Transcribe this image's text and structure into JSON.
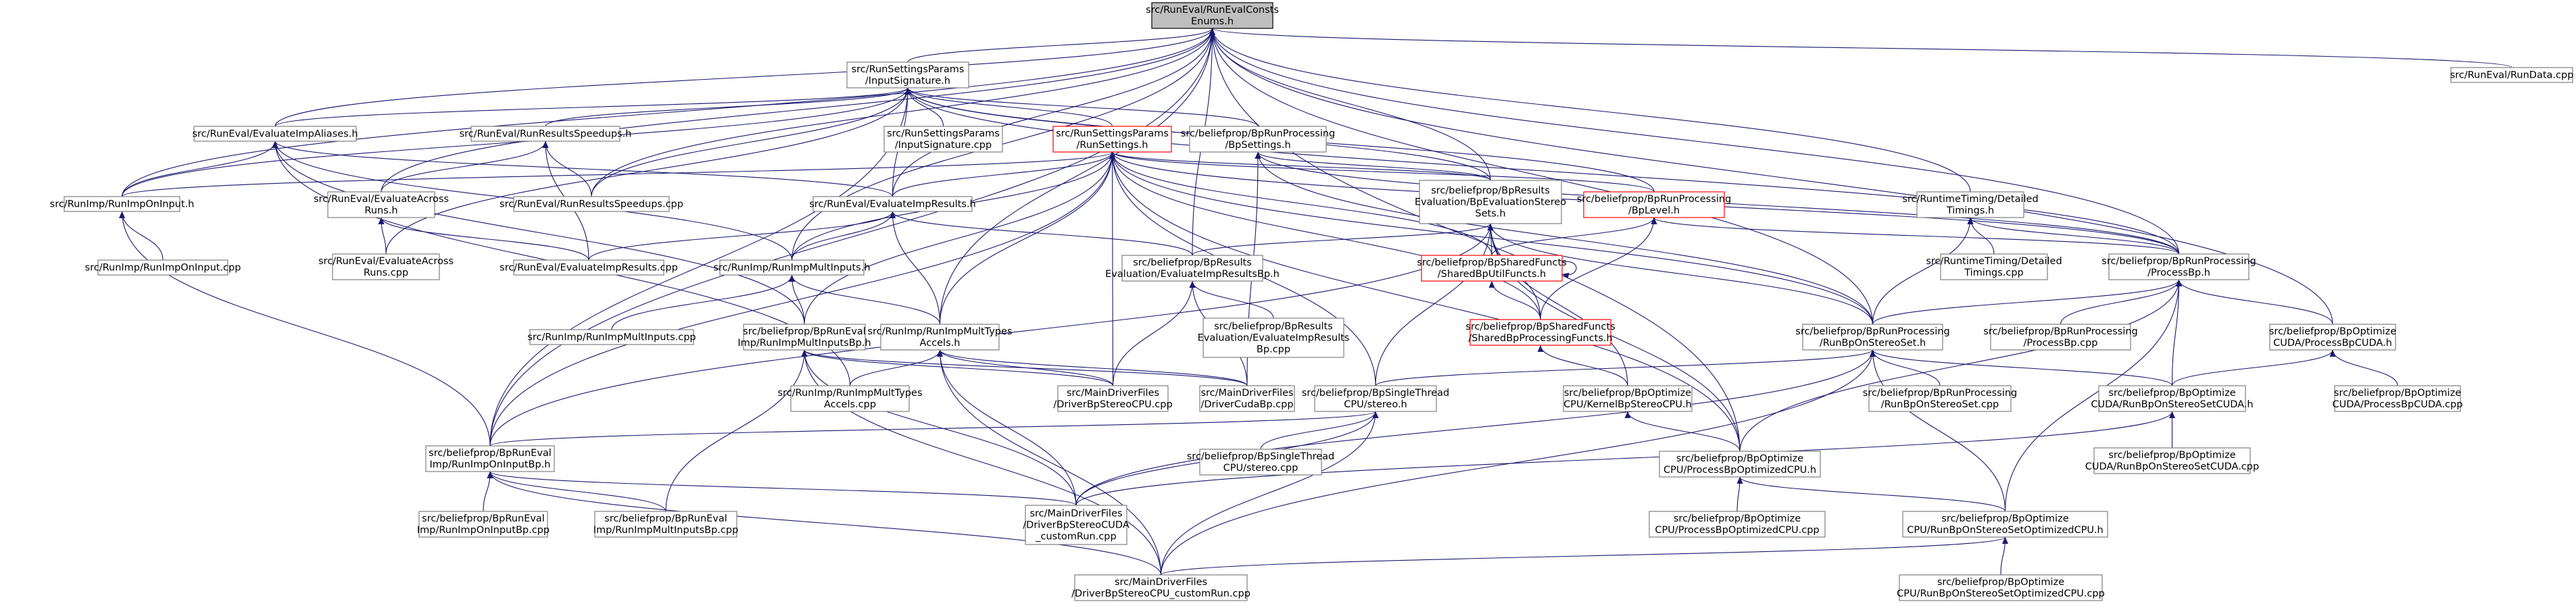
{
  "colors": {
    "edge": "#191970",
    "node_border": "#7f7f7f",
    "node_fill": "#ffffff",
    "root_fill": "#bfbfbf",
    "root_border": "#000000",
    "truncated_border": "#ff0000",
    "text": "#000000"
  },
  "nodes": [
    {
      "id": "root",
      "lines": [
        "src/RunEval/RunEvalConsts",
        "Enums.h"
      ],
      "style": "root"
    },
    {
      "id": "inputsig_h",
      "lines": [
        "src/RunSettingsParams",
        "/InputSignature.h"
      ]
    },
    {
      "id": "rundata_cpp",
      "lines": [
        "src/RunEval/RunData.cpp"
      ]
    },
    {
      "id": "evalimpaliases_h",
      "lines": [
        "src/RunEval/EvaluateImpAliases.h"
      ]
    },
    {
      "id": "runresspeedups_h",
      "lines": [
        "src/RunEval/RunResultsSpeedups.h"
      ]
    },
    {
      "id": "inputsig_cpp",
      "lines": [
        "src/RunSettingsParams",
        "/InputSignature.cpp"
      ]
    },
    {
      "id": "runsettings_h",
      "lines": [
        "src/RunSettingsParams",
        "/RunSettings.h"
      ],
      "style": "truncated"
    },
    {
      "id": "bpsettings_h",
      "lines": [
        "src/beliefprop/BpRunProcessing",
        "/BpSettings.h"
      ]
    },
    {
      "id": "runimponinput_h",
      "lines": [
        "src/RunImp/RunImpOnInput.h"
      ]
    },
    {
      "id": "evalacrossruns_h",
      "lines": [
        "src/RunEval/EvaluateAcross",
        "Runs.h"
      ]
    },
    {
      "id": "runresspeedups_cpp",
      "lines": [
        "src/RunEval/RunResultsSpeedups.cpp"
      ]
    },
    {
      "id": "evalimpresults_h",
      "lines": [
        "src/RunEval/EvaluateImpResults.h"
      ]
    },
    {
      "id": "bpevalstereosets_h",
      "lines": [
        "src/beliefprop/BpResults",
        "Evaluation/BpEvaluationStereo",
        "Sets.h"
      ]
    },
    {
      "id": "bplevel_h",
      "lines": [
        "src/beliefprop/BpRunProcessing",
        "/BpLevel.h"
      ],
      "style": "truncated"
    },
    {
      "id": "runtimetiming_h",
      "lines": [
        "src/RuntimeTiming/Detailed",
        "Timings.h"
      ]
    },
    {
      "id": "runimponinput_cpp",
      "lines": [
        "src/RunImp/RunImpOnInput.cpp"
      ]
    },
    {
      "id": "evalacrossruns_cpp",
      "lines": [
        "src/RunEval/EvaluateAcross",
        "Runs.cpp"
      ]
    },
    {
      "id": "evalimpresults_cpp",
      "lines": [
        "src/RunEval/EvaluateImpResults.cpp"
      ]
    },
    {
      "id": "runimpmultinputs_h",
      "lines": [
        "src/RunImp/RunImpMultInputs.h"
      ]
    },
    {
      "id": "evalimpresultsbp_h",
      "lines": [
        "src/beliefprop/BpResults",
        "Evaluation/EvaluateImpResultsBp.h"
      ]
    },
    {
      "id": "bpsharedfuncts_util_h",
      "lines": [
        "src/beliefprop/BpSharedFuncts",
        "/SharedBpUtilFuncts.h"
      ],
      "style": "truncated"
    },
    {
      "id": "runtimetiming_cpp",
      "lines": [
        "src/RuntimeTiming/Detailed",
        "Timings.cpp"
      ]
    },
    {
      "id": "processbp_h",
      "lines": [
        "src/beliefprop/BpRunProcessing",
        "/ProcessBp.h"
      ]
    },
    {
      "id": "runimpmultinputs_cpp",
      "lines": [
        "src/RunImp/RunImpMultInputs.cpp"
      ]
    },
    {
      "id": "bprunimpmultinputs_h",
      "lines": [
        "src/beliefprop/BpRunEval",
        "Imp/RunImpMultInputsBp.h"
      ]
    },
    {
      "id": "runimpmulttypes_h",
      "lines": [
        "src/RunImp/RunImpMultTypes",
        "Accels.h"
      ]
    },
    {
      "id": "evalimpresultsbp_cpp",
      "lines": [
        "src/beliefprop/BpResults",
        "Evaluation/EvaluateImpResults",
        "Bp.cpp"
      ]
    },
    {
      "id": "bpsharedfuncts_proc_h",
      "lines": [
        "src/beliefprop/BpSharedFuncts",
        "/SharedBpProcessingFuncts.h"
      ],
      "style": "truncated"
    },
    {
      "id": "runbponstereoset_h",
      "lines": [
        "src/beliefprop/BpRunProcessing",
        "/RunBpOnStereoSet.h"
      ]
    },
    {
      "id": "processbp_cpp",
      "lines": [
        "src/beliefprop/BpRunProcessing",
        "/ProcessBp.cpp"
      ]
    },
    {
      "id": "cuda_processbp_h",
      "lines": [
        "src/beliefprop/BpOptimize",
        "CUDA/ProcessBpCUDA.h"
      ]
    },
    {
      "id": "runimpmulttypes_cpp",
      "lines": [
        "src/RunImp/RunImpMultTypes",
        "Accels.cpp"
      ]
    },
    {
      "id": "driverbpstereocpu_cpp",
      "lines": [
        "src/MainDriverFiles",
        "/DriverBpStereoCPU.cpp"
      ]
    },
    {
      "id": "drivercudabp_cpp",
      "lines": [
        "src/MainDriverFiles",
        "/DriverCudaBp.cpp"
      ]
    },
    {
      "id": "bpsinglethread_h",
      "lines": [
        "src/beliefprop/BpSingleThread",
        "CPU/stereo.h"
      ]
    },
    {
      "id": "kernelbpstereocpu_h",
      "lines": [
        "src/beliefprop/BpOptimize",
        "CPU/KernelBpStereoCPU.h"
      ]
    },
    {
      "id": "runbponstereoset_cpp",
      "lines": [
        "src/beliefprop/BpRunProcessing",
        "/RunBpOnStereoSet.cpp"
      ]
    },
    {
      "id": "cuda_runbpstereoset_h",
      "lines": [
        "src/beliefprop/BpOptimize",
        "CUDA/RunBpOnStereoSetCUDA.h"
      ]
    },
    {
      "id": "cuda_processbp_cpp",
      "lines": [
        "src/beliefprop/BpOptimize",
        "CUDA/ProcessBpCUDA.cpp"
      ]
    },
    {
      "id": "bprunimponinput_h",
      "lines": [
        "src/beliefprop/BpRunEval",
        "Imp/RunImpOnInputBp.h"
      ]
    },
    {
      "id": "bpsinglethread_cpp",
      "lines": [
        "src/beliefprop/BpSingleThread",
        "CPU/stereo.cpp"
      ]
    },
    {
      "id": "processbpoptcpu_h",
      "lines": [
        "src/beliefprop/BpOptimize",
        "CPU/ProcessBpOptimizedCPU.h"
      ]
    },
    {
      "id": "cuda_runbpstereoset_cpp",
      "lines": [
        "src/beliefprop/BpOptimize",
        "CUDA/RunBpOnStereoSetCUDA.cpp"
      ]
    },
    {
      "id": "bprunimponinput_cpp",
      "lines": [
        "src/beliefprop/BpRunEval",
        "Imp/RunImpOnInputBp.cpp"
      ]
    },
    {
      "id": "bprunimpmultinputs_cpp",
      "lines": [
        "src/beliefprop/BpRunEval",
        "Imp/RunImpMultInputsBp.cpp"
      ]
    },
    {
      "id": "driverbpstereocuda_cpp",
      "lines": [
        "src/MainDriverFiles",
        "/DriverBpStereoCUDA",
        "_customRun.cpp"
      ]
    },
    {
      "id": "processbpoptcpu_cpp",
      "lines": [
        "src/beliefprop/BpOptimize",
        "CPU/ProcessBpOptimizedCPU.cpp"
      ]
    },
    {
      "id": "runbpstereosetoptcpu_h",
      "lines": [
        "src/beliefprop/BpOptimize",
        "CPU/RunBpOnStereoSetOptimizedCPU.h"
      ]
    },
    {
      "id": "driverbpstereocpu_custom_cpp",
      "lines": [
        "src/MainDriverFiles",
        "/DriverBpStereoCPU_customRun.cpp"
      ]
    },
    {
      "id": "runbpstereosetoptcpu_cpp",
      "lines": [
        "src/beliefprop/BpOptimize",
        "CPU/RunBpOnStereoSetOptimizedCPU.cpp"
      ]
    }
  ],
  "edges": [
    [
      "inputsig_h",
      "root"
    ],
    [
      "rundata_cpp",
      "root"
    ],
    [
      "evalimpaliases_h",
      "root"
    ],
    [
      "runimponinput_h",
      "root"
    ],
    [
      "evalacrossruns_h",
      "root"
    ],
    [
      "runresspeedups_cpp",
      "root"
    ],
    [
      "evalimpresults_h",
      "root"
    ],
    [
      "bpevalstereosets_h",
      "root"
    ],
    [
      "runimpmultinputs_h",
      "root"
    ],
    [
      "evalimpresultsbp_h",
      "root"
    ],
    [
      "runimpmulttypes_h",
      "root"
    ],
    [
      "runtimetiming_h",
      "root"
    ],
    [
      "processbp_h",
      "root"
    ],
    [
      "runbponstereoset_h",
      "root"
    ],
    [
      "cuda_processbp_h",
      "root"
    ],
    [
      "processbpoptcpu_h",
      "root"
    ],
    [
      "bprunimponinput_h",
      "root"
    ],
    [
      "evalimpaliases_h",
      "inputsig_h"
    ],
    [
      "runresspeedups_h",
      "inputsig_h"
    ],
    [
      "inputsig_cpp",
      "inputsig_h"
    ],
    [
      "runsettings_h",
      "inputsig_h"
    ],
    [
      "bpsettings_h",
      "inputsig_h"
    ],
    [
      "runimponinput_h",
      "inputsig_h"
    ],
    [
      "evalimpresults_h",
      "inputsig_h"
    ],
    [
      "bpevalstereosets_h",
      "inputsig_h"
    ],
    [
      "evalacrossruns_cpp",
      "inputsig_h"
    ],
    [
      "runresspeedups_cpp",
      "inputsig_h"
    ],
    [
      "bprunimponinput_h",
      "inputsig_h"
    ],
    [
      "processbp_h",
      "inputsig_h"
    ],
    [
      "bplevel_h",
      "inputsig_h"
    ],
    [
      "runimponinput_h",
      "evalimpaliases_h"
    ],
    [
      "evalimpresults_h",
      "evalimpaliases_h"
    ],
    [
      "runimpmultinputs_h",
      "evalimpaliases_h"
    ],
    [
      "bprunimpmultinputs_h",
      "evalimpaliases_h"
    ],
    [
      "runimpmulttypes_cpp",
      "evalimpaliases_h"
    ],
    [
      "evalacrossruns_h",
      "runresspeedups_h"
    ],
    [
      "runresspeedups_cpp",
      "runresspeedups_h"
    ],
    [
      "evalimpresults_cpp",
      "runresspeedups_h"
    ],
    [
      "runimponinput_h",
      "runsettings_h"
    ],
    [
      "evalimpresults_h",
      "runsettings_h"
    ],
    [
      "bpevalstereosets_h",
      "runsettings_h"
    ],
    [
      "bplevel_h",
      "runsettings_h"
    ],
    [
      "runimpmultinputs_h",
      "runsettings_h"
    ],
    [
      "runimpmulttypes_h",
      "runsettings_h"
    ],
    [
      "bpsharedfuncts_util_h",
      "runsettings_h"
    ],
    [
      "bpsharedfuncts_proc_h",
      "runsettings_h"
    ],
    [
      "processbp_h",
      "runsettings_h"
    ],
    [
      "runbponstereoset_h",
      "runsettings_h"
    ],
    [
      "bpsinglethread_h",
      "runsettings_h"
    ],
    [
      "bprunimponinput_h",
      "runsettings_h"
    ],
    [
      "bprunimpmultinputs_h",
      "runsettings_h"
    ],
    [
      "processbpoptcpu_h",
      "runsettings_h"
    ],
    [
      "driverbpstereocpu_cpp",
      "runsettings_h"
    ],
    [
      "bpevalstereosets_h",
      "bpsettings_h"
    ],
    [
      "processbp_h",
      "bpsettings_h"
    ],
    [
      "runbponstereoset_h",
      "bpsettings_h"
    ],
    [
      "drivercudabp_cpp",
      "bpsettings_h"
    ],
    [
      "runimponinput_cpp",
      "runimponinput_h"
    ],
    [
      "bprunimponinput_h",
      "runimponinput_h"
    ],
    [
      "evalacrossruns_cpp",
      "evalacrossruns_h"
    ],
    [
      "evalimpresults_cpp",
      "evalacrossruns_h"
    ],
    [
      "evalimpresults_cpp",
      "evalimpresults_h"
    ],
    [
      "runimpmultinputs_h",
      "evalimpresults_h"
    ],
    [
      "evalimpresultsbp_h",
      "evalimpresults_h"
    ],
    [
      "runimpmulttypes_h",
      "evalimpresults_h"
    ],
    [
      "evalimpresultsbp_h",
      "bpevalstereosets_h"
    ],
    [
      "bpsharedfuncts_util_h",
      "bpevalstereosets_h"
    ],
    [
      "runbponstereoset_h",
      "bpevalstereosets_h"
    ],
    [
      "bpsinglethread_h",
      "bpevalstereosets_h"
    ],
    [
      "kernelbpstereocpu_h",
      "bpevalstereosets_h"
    ],
    [
      "processbpoptcpu_h",
      "bpevalstereosets_h"
    ],
    [
      "bprunimponinput_h",
      "bpevalstereosets_h"
    ],
    [
      "bpsharedfuncts_proc_h",
      "bpevalstereosets_h"
    ],
    [
      "bpsharedfuncts_util_h",
      "bplevel_h"
    ],
    [
      "bpsharedfuncts_proc_h",
      "bplevel_h"
    ],
    [
      "processbp_h",
      "bplevel_h"
    ],
    [
      "runtimetiming_cpp",
      "runtimetiming_h"
    ],
    [
      "processbp_h",
      "runtimetiming_h"
    ],
    [
      "runbponstereoset_h",
      "runtimetiming_h"
    ],
    [
      "runimpmultinputs_cpp",
      "runimpmultinputs_h"
    ],
    [
      "bprunimpmultinputs_h",
      "runimpmultinputs_h"
    ],
    [
      "runimpmulttypes_h",
      "runimpmultinputs_h"
    ],
    [
      "evalimpresultsbp_cpp",
      "evalimpresultsbp_h"
    ],
    [
      "drivercudabp_cpp",
      "evalimpresultsbp_h"
    ],
    [
      "driverbpstereocpu_cpp",
      "evalimpresultsbp_h"
    ],
    [
      "bpsharedfuncts_proc_h",
      "bpsharedfuncts_util_h"
    ],
    [
      "bpsharedfuncts_util_h",
      "bpsharedfuncts_util_h"
    ],
    [
      "runbponstereoset_h",
      "processbp_h"
    ],
    [
      "processbp_cpp",
      "processbp_h"
    ],
    [
      "cuda_processbp_h",
      "processbp_h"
    ],
    [
      "cuda_runbpstereoset_h",
      "processbp_h"
    ],
    [
      "processbpoptcpu_h",
      "processbp_h"
    ],
    [
      "runbpstereosetoptcpu_h",
      "processbp_h"
    ],
    [
      "runimpmulttypes_cpp",
      "runimpmulttypes_h"
    ],
    [
      "driverbpstereocpu_cpp",
      "runimpmulttypes_h"
    ],
    [
      "drivercudabp_cpp",
      "runimpmulttypes_h"
    ],
    [
      "driverbpstereocuda_cpp",
      "runimpmulttypes_h"
    ],
    [
      "driverbpstereocpu_custom_cpp",
      "runimpmulttypes_h"
    ],
    [
      "bprunimpmultinputs_cpp",
      "bprunimpmultinputs_h"
    ],
    [
      "driverbpstereocpu_cpp",
      "bprunimpmultinputs_h"
    ],
    [
      "drivercudabp_cpp",
      "bprunimpmultinputs_h"
    ],
    [
      "driverbpstereocuda_cpp",
      "bprunimpmultinputs_h"
    ],
    [
      "driverbpstereocpu_custom_cpp",
      "bprunimpmultinputs_h"
    ],
    [
      "kernelbpstereocpu_h",
      "bpsharedfuncts_proc_h"
    ],
    [
      "bpsinglethread_h",
      "runbponstereoset_h"
    ],
    [
      "runbponstereoset_cpp",
      "runbponstereoset_h"
    ],
    [
      "cuda_runbpstereoset_h",
      "runbponstereoset_h"
    ],
    [
      "runbpstereosetoptcpu_h",
      "runbponstereoset_h"
    ],
    [
      "driverbpstereocuda_cpp",
      "runbponstereoset_h"
    ],
    [
      "driverbpstereocpu_custom_cpp",
      "runbponstereoset_h"
    ],
    [
      "cuda_processbp_cpp",
      "cuda_processbp_h"
    ],
    [
      "cuda_runbpstereoset_h",
      "cuda_processbp_h"
    ],
    [
      "bprunimponinput_h",
      "bpsinglethread_h"
    ],
    [
      "bpsinglethread_cpp",
      "bpsinglethread_h"
    ],
    [
      "driverbpstereocuda_cpp",
      "bpsinglethread_h"
    ],
    [
      "driverbpstereocpu_custom_cpp",
      "bpsinglethread_h"
    ],
    [
      "processbpoptcpu_h",
      "kernelbpstereocpu_h"
    ],
    [
      "cuda_runbpstereoset_cpp",
      "cuda_runbpstereoset_h"
    ],
    [
      "driverbpstereocuda_cpp",
      "cuda_runbpstereoset_h"
    ],
    [
      "bprunimponinput_cpp",
      "bprunimponinput_h"
    ],
    [
      "bprunimpmultinputs_cpp",
      "bprunimponinput_h"
    ],
    [
      "driverbpstereocuda_cpp",
      "bprunimponinput_h"
    ],
    [
      "driverbpstereocpu_custom_cpp",
      "bprunimponinput_h"
    ],
    [
      "processbpoptcpu_cpp",
      "processbpoptcpu_h"
    ],
    [
      "runbpstereosetoptcpu_h",
      "processbpoptcpu_h"
    ],
    [
      "runbpstereosetoptcpu_cpp",
      "runbpstereosetoptcpu_h"
    ],
    [
      "driverbpstereocpu_custom_cpp",
      "runbpstereosetoptcpu_h"
    ]
  ]
}
